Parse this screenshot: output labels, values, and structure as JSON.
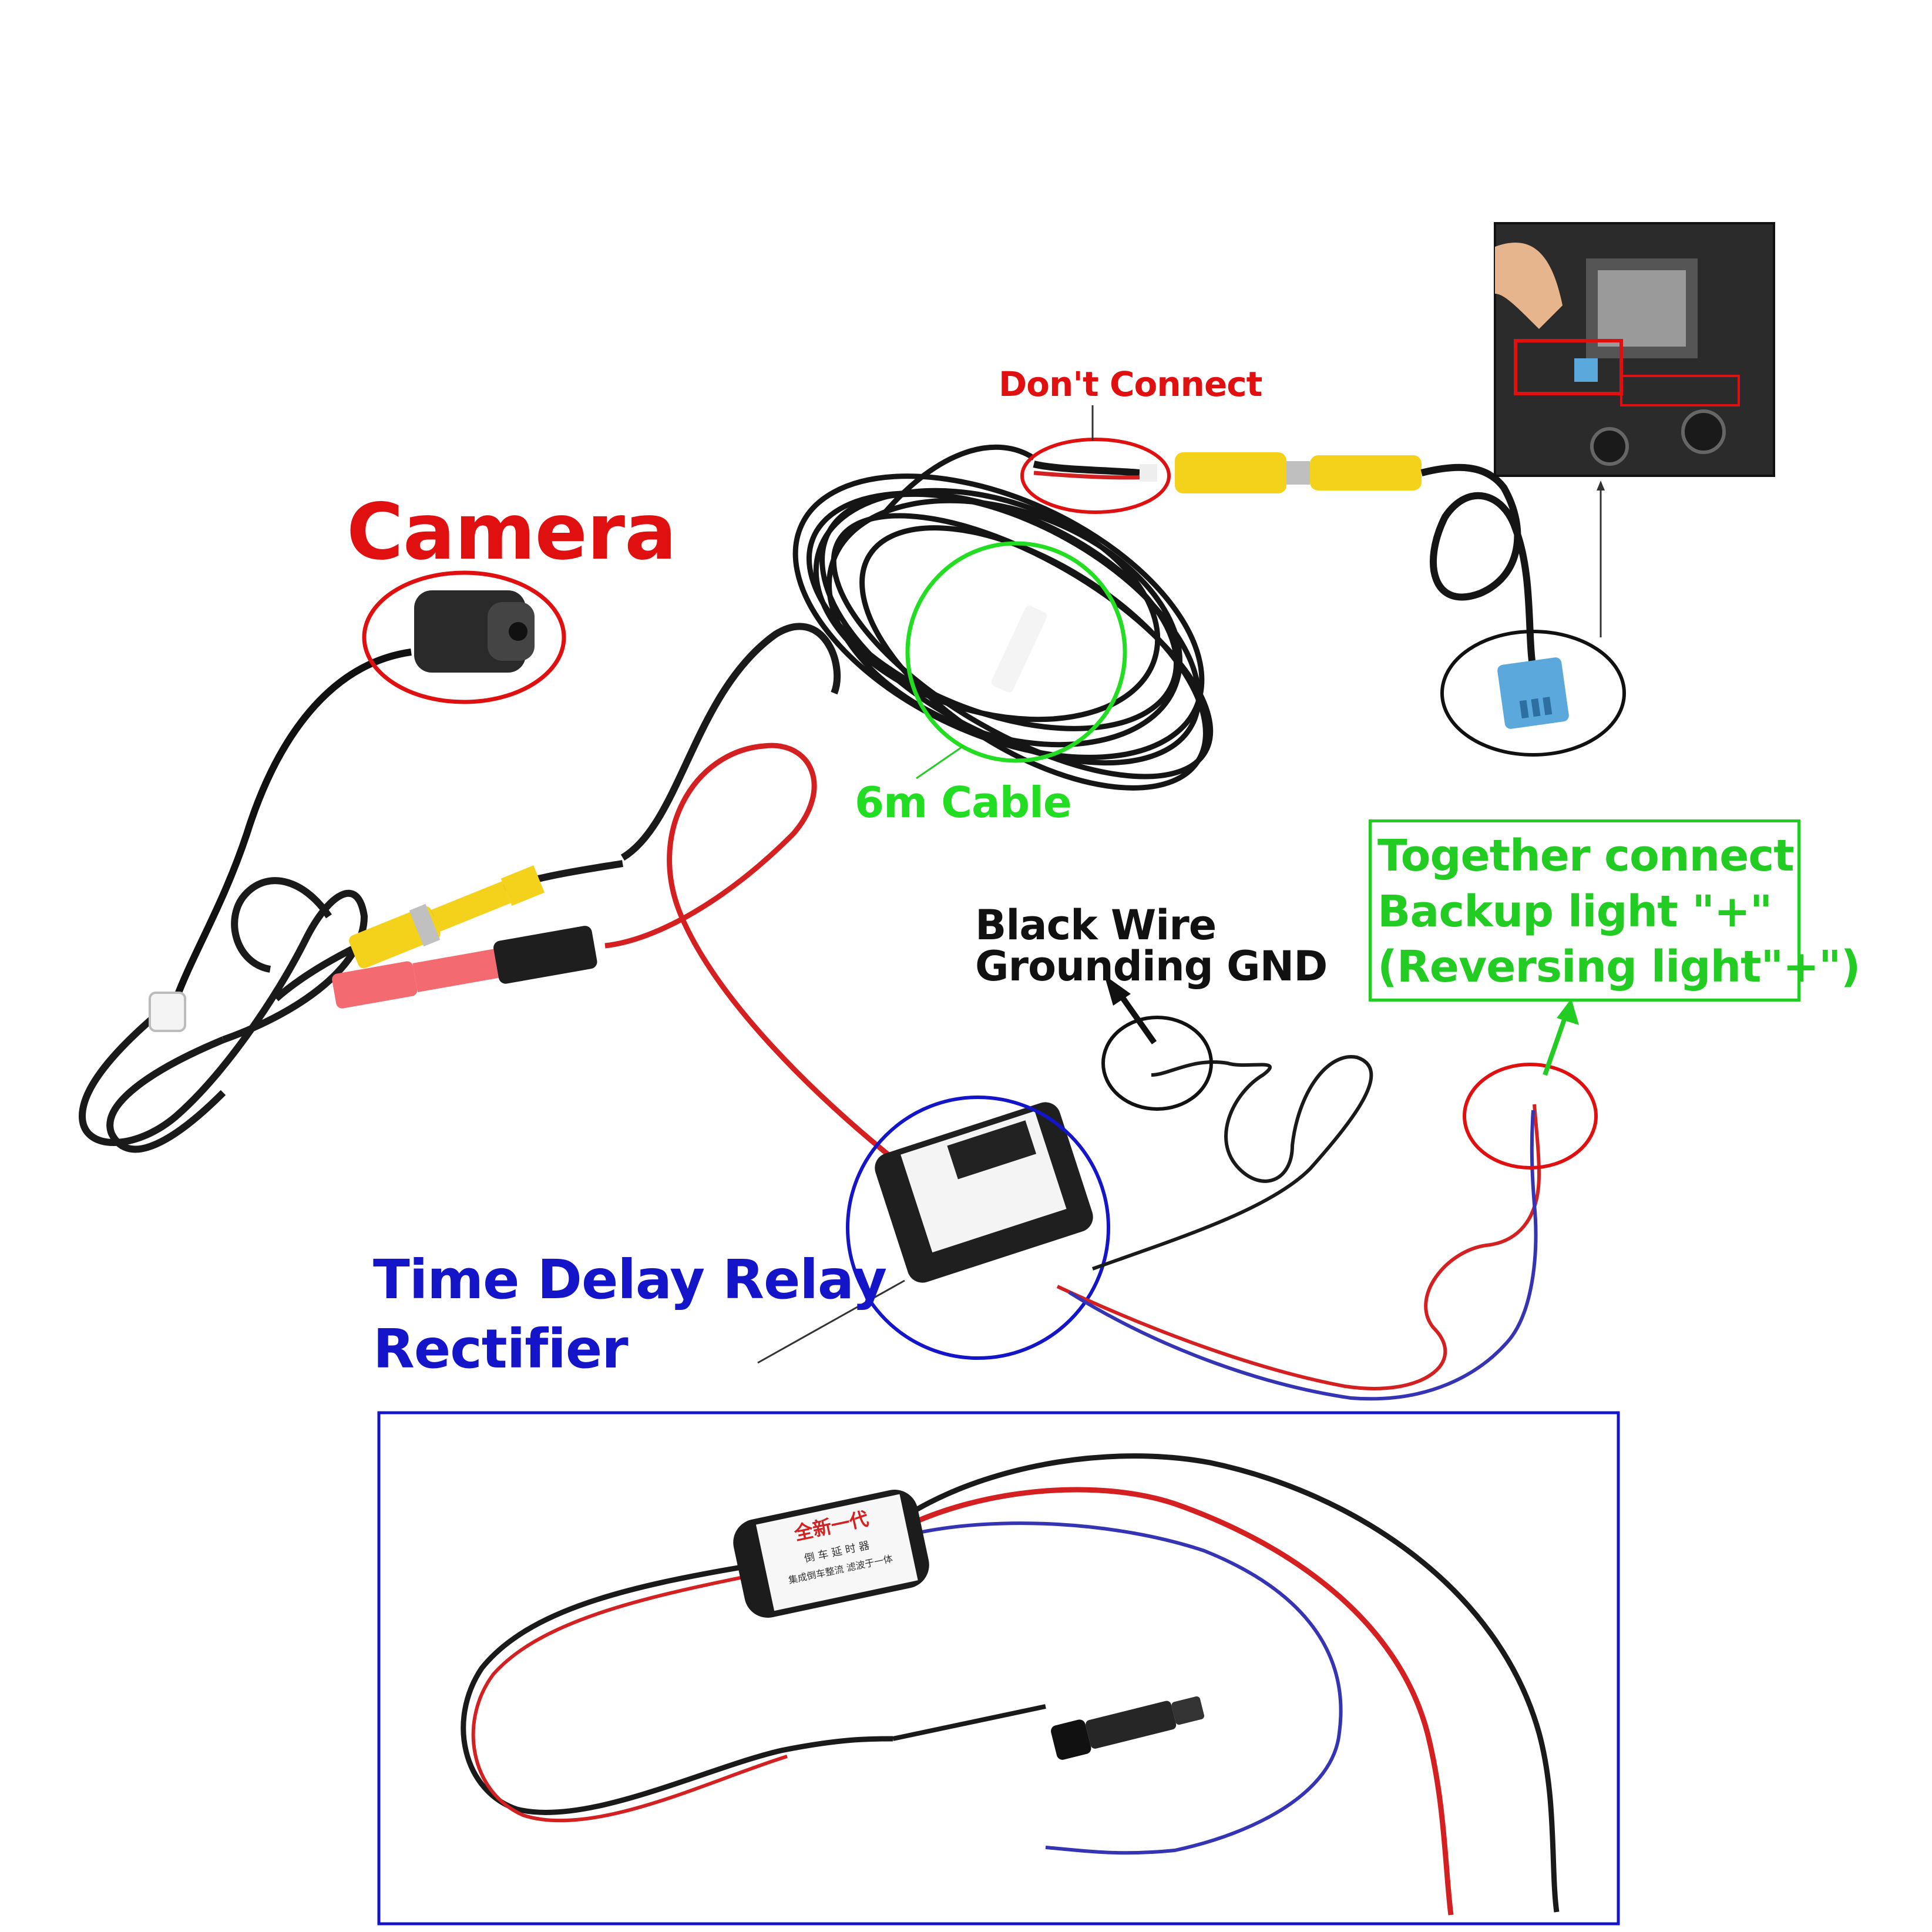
{
  "labels": {
    "camera": "Camera",
    "dont_connect": "Don't Connect",
    "cable": "6m Cable",
    "black_wire": [
      "Black Wire",
      "Grounding GND"
    ],
    "together": [
      "Together connect",
      "Backup light \"+\"",
      "(Reversing light\"+\")"
    ],
    "relay": [
      "Time Delay Relay",
      "Rectifier"
    ]
  },
  "relay_module_text": [
    "全新一代",
    "倒 车 延 时 器",
    "集成倒车整流  滤波于一体"
  ],
  "colors": {
    "red_label": "#e01010",
    "green_label": "#22cc22",
    "blue_label": "#1414c8",
    "black_wire": "#111111",
    "red_wire": "#d42020",
    "blue_wire": "#3434b4",
    "yellow_rca": "#f4d21c",
    "blue_connector": "#5aa8dc"
  },
  "icons": [
    "camera-icon",
    "rca-connector-icon",
    "dc-plug-icon",
    "relay-box-icon",
    "blue-connector-icon"
  ]
}
